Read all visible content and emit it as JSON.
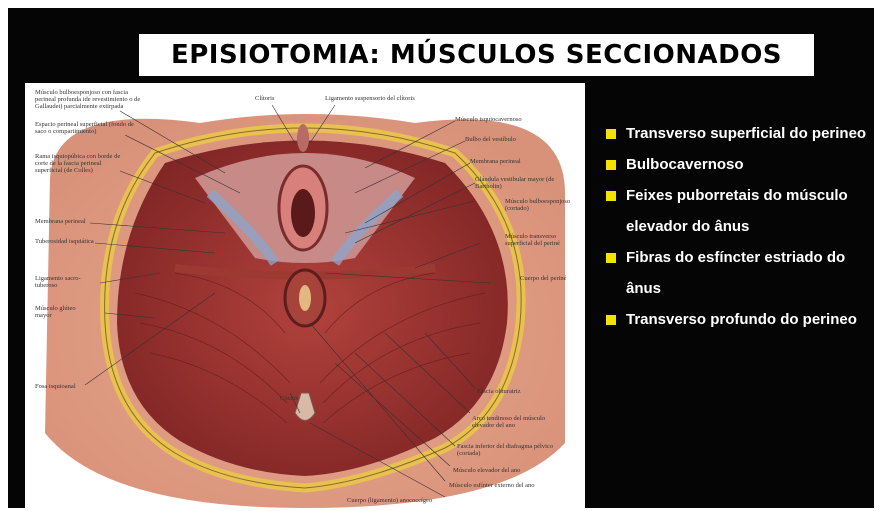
{
  "slide": {
    "title": "EPISIOTOMIA: MÚSCULOS SECCIONADOS",
    "bullets": [
      "Transverso superficial do perineo",
      "Bulbocavernoso",
      "Feixes puborretais do músculo elevador do ânus",
      "Fibras do esfíncter estriado do ânus",
      "Transverso profundo do perineo"
    ],
    "bullet_color": "#f2e300"
  },
  "figure_labels": {
    "top_left_1": "Músculo bulboesponjoso con fascia perineal profunda ide revestimiento o de Gallaudet) parcialmente extirpada",
    "top_left_2": "Espacio perineal superficial (fondo de saco o compartimiento)",
    "left_rama": "Rama isquiopúbica con borde de corte de la fascia perineal superficial (de Colles)",
    "left_membrana": "Membrana perineal",
    "left_tuberosidad": "Tuberosidad isquiática",
    "left_ligamento": "Ligamento sacro-tuberoso",
    "left_gluteo": "Músculo glúteo mayor",
    "left_fosa": "Fosa isquioanal",
    "top_clitoris": "Clítoris",
    "top_ligamento": "Ligamento suspensorio del clítoris",
    "right_isquio": "Músculo isquiocavernoso",
    "right_bulbo": "Bulbo del vestíbulo",
    "right_membrana": "Membrana perineal",
    "right_glandula": "Glándula vestibular mayor (de Bartholin)",
    "right_bulboesp": "Músculo bulboesponjoso (cortado)",
    "right_transverso": "Músculo transverso superficial del periné",
    "right_cuerpo": "Cuerpo del periné",
    "bottom_coccix": "Cóccix",
    "bottom_fascia": "Fascia obturatriz",
    "bottom_arco": "Arco tendinoso del músculo elevador del ano",
    "bottom_fascia_inf": "Fascia inferior del diafragma pélvico (cortada)",
    "bottom_elevador": "Músculo elevador del ano",
    "bottom_esfinter": "Músculo esfínter externo del ano",
    "bottom_cuerpo": "Cuerpo (ligamento) anococcígeo"
  }
}
